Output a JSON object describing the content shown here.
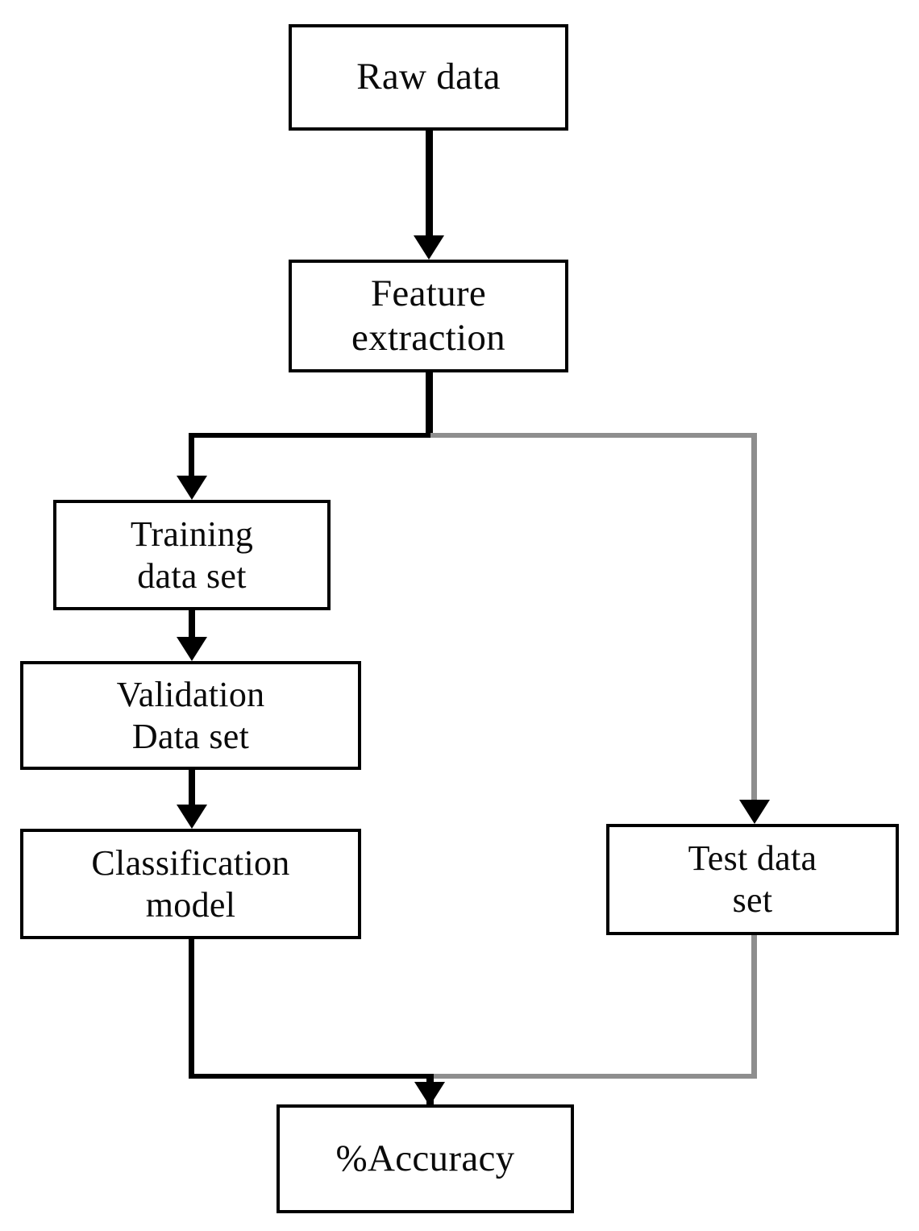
{
  "diagram": {
    "title": "Machine learning classification pipeline flowchart",
    "type": "flowchart",
    "background_color": "#ffffff",
    "box_border_color": "#000000",
    "text_color": "#0a0a0a",
    "connector_color": "#000000",
    "secondary_connector_color": "#8e8e8e",
    "nodes": [
      {
        "id": "raw-data",
        "line1": "Raw data",
        "line2": ""
      },
      {
        "id": "feature-extraction",
        "line1": "Feature",
        "line2": "extraction"
      },
      {
        "id": "training-data-set",
        "line1": "Training",
        "line2": "data set"
      },
      {
        "id": "validation-data-set",
        "line1": "Validation",
        "line2": "Data set"
      },
      {
        "id": "classification-model",
        "line1": "Classification",
        "line2": "model"
      },
      {
        "id": "test-data-set",
        "line1": "Test data",
        "line2": "set"
      },
      {
        "id": "accuracy",
        "line1": "%Accuracy",
        "line2": ""
      }
    ],
    "edges": [
      {
        "from": "raw-data",
        "to": "feature-extraction",
        "style": "solid"
      },
      {
        "from": "feature-extraction",
        "to": "training-data-set",
        "style": "solid"
      },
      {
        "from": "feature-extraction",
        "to": "test-data-set",
        "style": "gray"
      },
      {
        "from": "training-data-set",
        "to": "validation-data-set",
        "style": "solid"
      },
      {
        "from": "validation-data-set",
        "to": "classification-model",
        "style": "solid"
      },
      {
        "from": "classification-model",
        "to": "accuracy",
        "style": "solid"
      },
      {
        "from": "test-data-set",
        "to": "accuracy",
        "style": "gray"
      }
    ]
  }
}
